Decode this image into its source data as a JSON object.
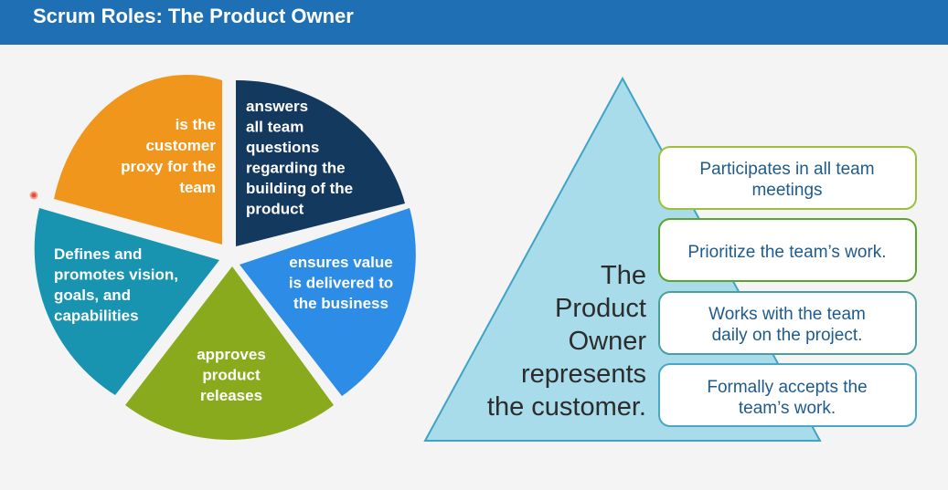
{
  "slide": {
    "title": "Scrum Roles: The Product Owner"
  },
  "pie": {
    "segments": [
      {
        "lines": [
          "is the",
          "customer",
          "proxy for the",
          "team"
        ],
        "color": "#f0961c"
      },
      {
        "lines": [
          "answers",
          "all team",
          "questions",
          "regarding the",
          "building of the",
          "product"
        ],
        "color": "#14395e"
      },
      {
        "lines": [
          "ensures value",
          "is delivered to",
          "the business"
        ],
        "color": "#2d8ce6"
      },
      {
        "lines": [
          "approves",
          "product",
          "releases"
        ],
        "color": "#89aa1c"
      },
      {
        "lines": [
          "Defines and",
          "promotes vision,",
          "goals, and",
          "capabilities"
        ],
        "color": "#1893b0"
      }
    ]
  },
  "pyramid": {
    "lines": [
      "The",
      "Product",
      "Owner",
      "represents",
      "the customer."
    ],
    "fill": "#a8dceb",
    "stroke": "#3fa3c6"
  },
  "boxes": [
    {
      "lines": [
        "Participates in all team",
        "meetings"
      ],
      "border": "#9cc03a"
    },
    {
      "lines": [
        "Prioritize the team’s work."
      ],
      "border": "#5aa52c"
    },
    {
      "lines": [
        "Works with the team",
        "daily on the project."
      ],
      "border": "#4aa09a"
    },
    {
      "lines": [
        "Formally accepts the",
        "team’s work."
      ],
      "border": "#4aa6c6"
    }
  ]
}
